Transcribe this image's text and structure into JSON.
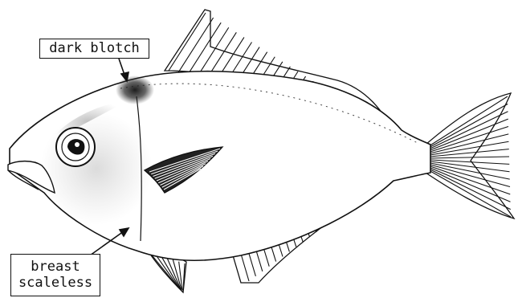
{
  "labels": {
    "dark_blotch": "dark blotch",
    "breast_line1": "breast",
    "breast_line2": "scaleless"
  },
  "colors": {
    "ink": "#111111",
    "background": "#ffffff"
  }
}
